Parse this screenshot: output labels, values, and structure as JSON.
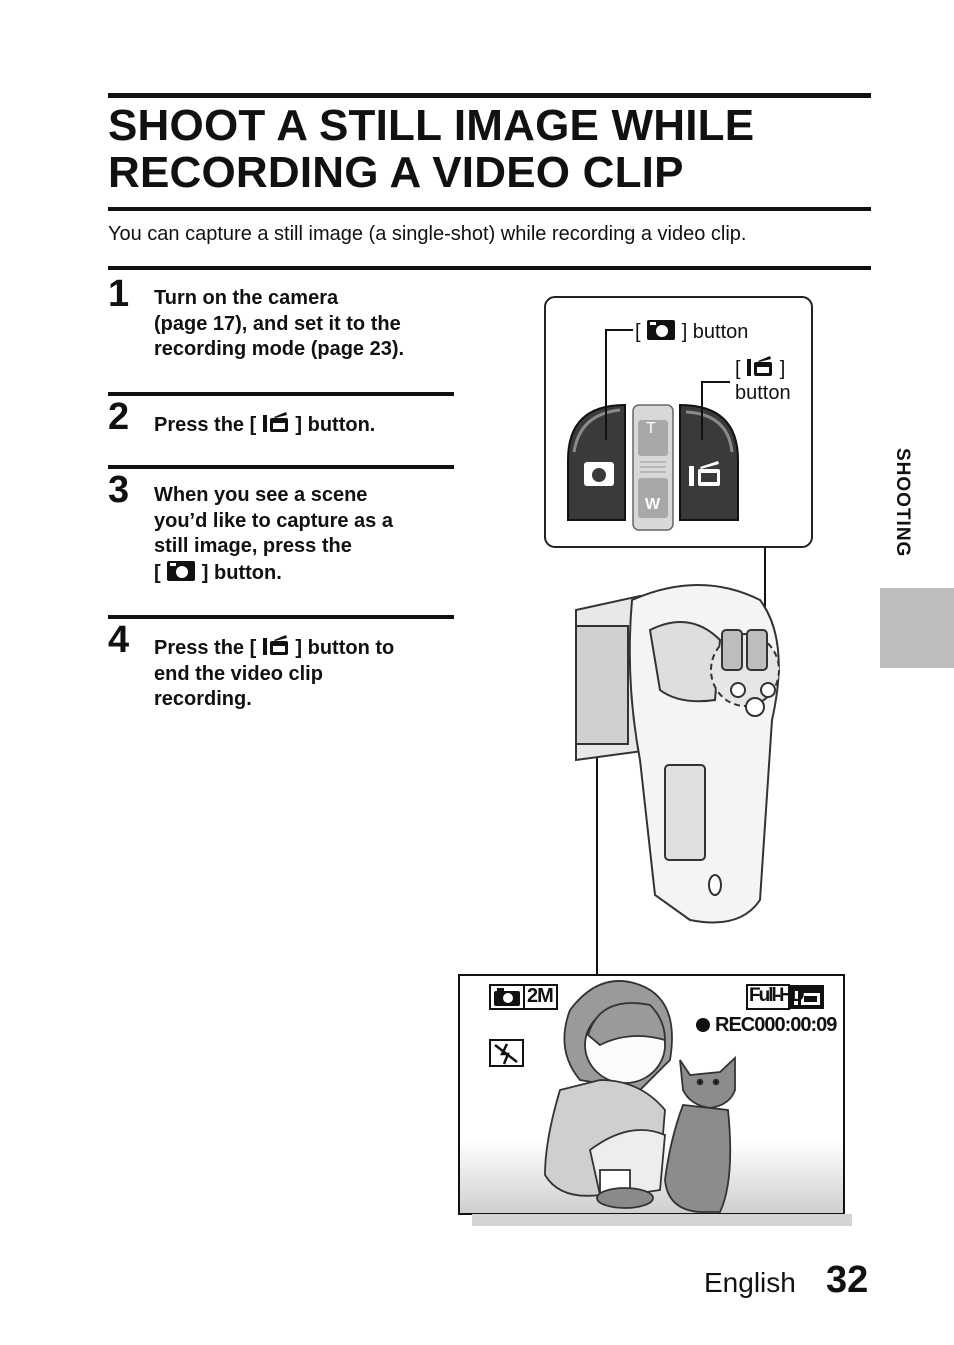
{
  "title": {
    "line1": "SHOOT A STILL IMAGE WHILE",
    "line2": "RECORDING A VIDEO CLIP"
  },
  "intro": "You can capture a still image (a single-shot) while recording a video clip.",
  "steps": [
    {
      "number": "1",
      "lines": [
        "Turn on the camera",
        "(page 17), and set it to the",
        "recording mode (page 23)."
      ]
    },
    {
      "number": "2",
      "before": "Press the [",
      "after": "] button."
    },
    {
      "number": "3",
      "lines": [
        "When you see a scene",
        "you’d like to capture as a",
        "still image, press the"
      ],
      "before": "[",
      "after": "] button."
    },
    {
      "number": "4",
      "before": "Press the [",
      "after": "] button to",
      "lines": [
        "end the video clip",
        "recording."
      ]
    }
  ],
  "illustration": {
    "photo_callout": {
      "before": "[",
      "after": "] button"
    },
    "video_callout": {
      "before": "[",
      "after": "]",
      "line2": "button"
    },
    "zoom_labels": {
      "tele": "T",
      "wide": "W"
    },
    "screen": {
      "resolution": "2M",
      "quality": "Full-HD",
      "rec": "REC000:00:09"
    }
  },
  "side_tab": "SHOOTING",
  "footer": {
    "language": "English",
    "page": "32"
  },
  "icons": [
    "camera-icon",
    "video-camera-icon",
    "flash-off-icon",
    "record-dot-icon"
  ]
}
